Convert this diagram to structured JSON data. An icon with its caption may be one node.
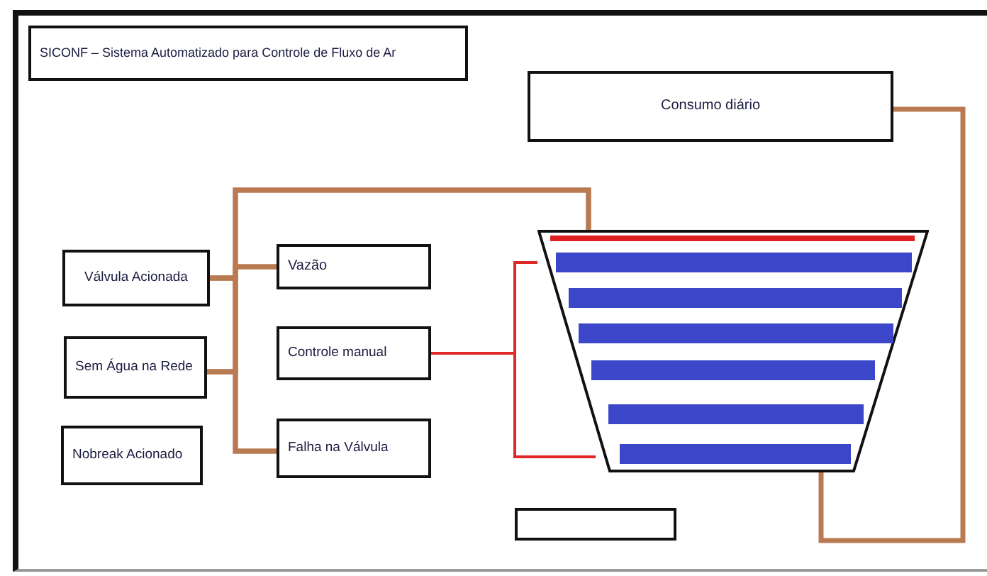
{
  "diagram": {
    "nodes": [
      {
        "text": [
          "SICONF – Sistema Automatizado para Controle de Fluxo de Ar"
        ]
      },
      {
        "text": [
          "Consumo diário"
        ]
      },
      {
        "text": [
          "Válvula Acionada"
        ]
      },
      {
        "text": [
          "Sem Água na Rede"
        ]
      },
      {
        "text": [
          "Nobreak Acionado"
        ]
      },
      {
        "text": [
          "Vazão"
        ]
      },
      {
        "text": [
          "Controle manual"
        ]
      },
      {
        "text": [
          "Falha na Válvula"
        ]
      },
      {
        "text": [],
        "shape": "trapezoid"
      },
      {
        "text": [],
        "shape": "box"
      }
    ],
    "edges": [
      {
        "from": 2,
        "to": 5,
        "arrow": "none"
      },
      {
        "from": 2,
        "to": 7,
        "arrow": "none"
      },
      {
        "from": 2,
        "to": 8,
        "arrow": "none"
      },
      {
        "from": 3,
        "to": 5,
        "arrow": "none"
      },
      {
        "from": 3,
        "to": 7,
        "arrow": "none"
      },
      {
        "from": 3,
        "to": 8,
        "arrow": "none"
      },
      {
        "from": 6,
        "to": 8,
        "arrow": "none",
        "color": "#e02828"
      },
      {
        "from": 1,
        "to": 8,
        "arrow": "none"
      }
    ]
  }
}
